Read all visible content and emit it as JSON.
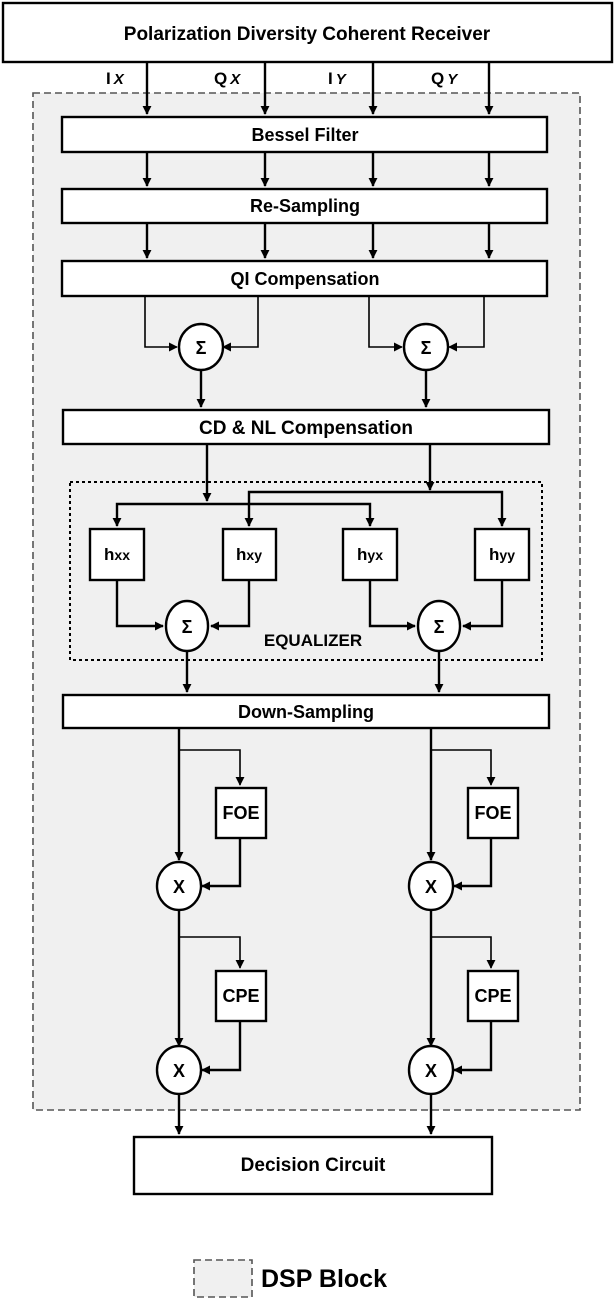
{
  "diagram": {
    "receiver": "Polarization Diversity Coherent Receiver",
    "inputs": [
      {
        "main": "I",
        "sub": "X"
      },
      {
        "main": "Q",
        "sub": "X"
      },
      {
        "main": "I",
        "sub": "Y"
      },
      {
        "main": "Q",
        "sub": "Y"
      }
    ],
    "bessel": "Bessel Filter",
    "resampling": "Re-Sampling",
    "qi": "QI Compensation",
    "sum_symbol": "Σ",
    "cdnl": "CD & NL Compensation",
    "equalizer": "EQUALIZER",
    "filters": [
      {
        "main": "h",
        "sub": "xx"
      },
      {
        "main": "h",
        "sub": "xy"
      },
      {
        "main": "h",
        "sub": "yx"
      },
      {
        "main": "h",
        "sub": "yy"
      }
    ],
    "downsampling": "Down-Sampling",
    "foe": "FOE",
    "cpe": "CPE",
    "mult_symbol": "X",
    "decision": "Decision Circuit",
    "legend_label": "DSP Block"
  },
  "colors": {
    "dsp_fill": "#f0f0f0",
    "dsp_border": "#555555",
    "line": "#000000"
  }
}
